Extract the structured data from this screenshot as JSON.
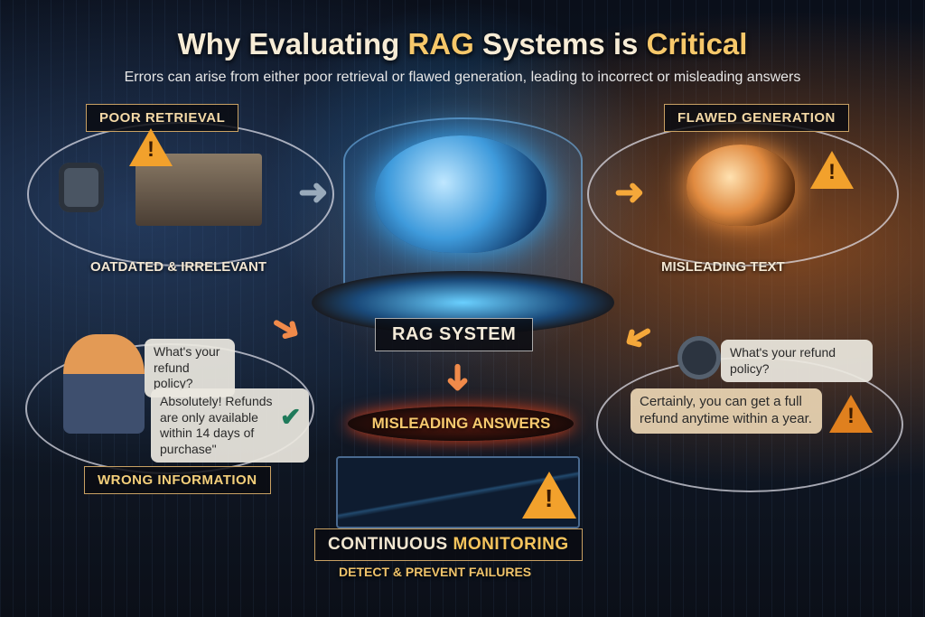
{
  "title": {
    "prefix": "Why Evaluating ",
    "rag": "RAG",
    "middle": " Systems is ",
    "critical": "Critical"
  },
  "subtitle": "Errors can arise from either poor retrieval or flawed generation, leading to incorrect or misleading answers",
  "left_top": {
    "label": "POOR RETRIEVAL",
    "caption": "OATDATED & IRRELEVANT"
  },
  "right_top": {
    "label": "FLAWED GENERATION",
    "caption": "MISLEADING TEXT"
  },
  "center": {
    "label": "RAG SYSTEM",
    "output": "MISLEADING ANSWERS"
  },
  "left_bottom": {
    "question": "What's your refund policy?",
    "answer": "Absolutely! Refunds are only available within 14 days of purchase\"",
    "label": "WRONG INFORMATION"
  },
  "right_bottom": {
    "question": "What's your refund policy?",
    "answer": "Certainly, you can get a full refund anytime within a year."
  },
  "monitoring": {
    "title_prefix": "CONTINUOUS ",
    "title_highlight": "MONITORING",
    "subtitle": "DETECT & PREVENT FAILURES"
  },
  "icons": {
    "warning": "!"
  }
}
